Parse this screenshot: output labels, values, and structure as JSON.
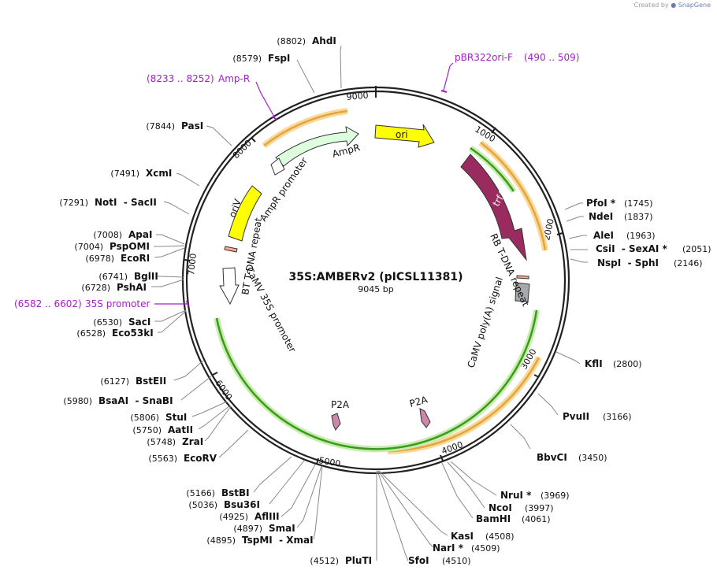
{
  "watermark": {
    "created_by": "Created by",
    "brand": "SnapGene"
  },
  "plasmid": {
    "name": "35S:AMBERv2 (pICSL11381)",
    "size_label": "9045 bp",
    "length": 9045
  },
  "colors": {
    "ori": "#ffff00",
    "trfA": "#992b5e",
    "ampr": "#ddffdd",
    "promoter": "#ffffff",
    "p2a": "#cc88aa",
    "polyA": "#a6a8ab",
    "repeat": "#ffaa88",
    "orange_arc": "#e6a43c",
    "green_arc": "#3a9a1a",
    "primer": "#a020c8"
  },
  "backbone_ticks": [
    "1000",
    "2000",
    "3000",
    "4000",
    "5000",
    "6000",
    "7000",
    "8000",
    "9000"
  ],
  "features": [
    {
      "label": "ori",
      "color": "ori"
    },
    {
      "label": "trfA",
      "color": "trfA"
    },
    {
      "label": "AmpR",
      "color": "ampr"
    },
    {
      "label": "AmpR promoter",
      "color": "promoter"
    },
    {
      "label": "oriV",
      "color": "ori"
    },
    {
      "label": "BT T-DNA repeat",
      "color": "repeat"
    },
    {
      "label": "CaMV 35S promoter",
      "color": "promoter"
    },
    {
      "label": "RB T-DNA repeat",
      "color": "repeat"
    },
    {
      "label": "CaMV poly(A) signal",
      "color": "polyA"
    },
    {
      "label": "P2A",
      "color": "p2a"
    },
    {
      "label": "P2A",
      "color": "p2a"
    }
  ],
  "primers": [
    {
      "name": "pBR322ori-F",
      "range": "(490 .. 509)"
    },
    {
      "name": "Amp-R",
      "range": "(8233 .. 8252)"
    },
    {
      "name": "35S promoter",
      "range": "(6582 .. 6602)"
    }
  ],
  "sites_right": [
    {
      "name": "PfoI *",
      "pos": "(1745)"
    },
    {
      "name": "NdeI",
      "pos": "(1837)"
    },
    {
      "name": "AleI",
      "pos": "(1963)"
    },
    {
      "name": "CsiI  - SexAI *",
      "pos": "(2051)"
    },
    {
      "name": "NspI  - SphI",
      "pos": "(2146)"
    },
    {
      "name": "KflI",
      "pos": "(2800)"
    },
    {
      "name": "PvuII",
      "pos": "(3166)"
    },
    {
      "name": "BbvCI",
      "pos": "(3450)"
    },
    {
      "name": "NruI *",
      "pos": "(3969)"
    },
    {
      "name": "NcoI",
      "pos": "(3997)"
    },
    {
      "name": "BamHI",
      "pos": "(4061)"
    },
    {
      "name": "KasI",
      "pos": "(4508)"
    },
    {
      "name": "NarI *",
      "pos": "(4509)"
    },
    {
      "name": "SfoI",
      "pos": "(4510)"
    }
  ],
  "sites_left": [
    {
      "name": "AhdI",
      "pos": "(8802)"
    },
    {
      "name": "FspI",
      "pos": "(8579)"
    },
    {
      "name": "PasI",
      "pos": "(7844)"
    },
    {
      "name": "XcmI",
      "pos": "(7491)"
    },
    {
      "name": "NotI  - SacII",
      "pos": "(7291)"
    },
    {
      "name": "ApaI",
      "pos": "(7008)"
    },
    {
      "name": "PspOMI",
      "pos": "(7004)"
    },
    {
      "name": "EcoRI",
      "pos": "(6978)"
    },
    {
      "name": "BglII",
      "pos": "(6741)"
    },
    {
      "name": "PshAI",
      "pos": "(6728)"
    },
    {
      "name": "SacI",
      "pos": "(6530)"
    },
    {
      "name": "Eco53kI",
      "pos": "(6528)"
    },
    {
      "name": "BstEII",
      "pos": "(6127)"
    },
    {
      "name": "BsaAI  - SnaBI",
      "pos": "(5980)"
    },
    {
      "name": "StuI",
      "pos": "(5806)"
    },
    {
      "name": "AatII",
      "pos": "(5750)"
    },
    {
      "name": "ZraI",
      "pos": "(5748)"
    },
    {
      "name": "EcoRV",
      "pos": "(5563)"
    },
    {
      "name": "BstBI",
      "pos": "(5166)"
    },
    {
      "name": "Bsu36I",
      "pos": "(5036)"
    },
    {
      "name": "AflIII",
      "pos": "(4925)"
    },
    {
      "name": "SmaI",
      "pos": "(4897)"
    },
    {
      "name": "TspMI  - XmaI",
      "pos": "(4895)"
    },
    {
      "name": "PluTI",
      "pos": "(4512)"
    }
  ]
}
